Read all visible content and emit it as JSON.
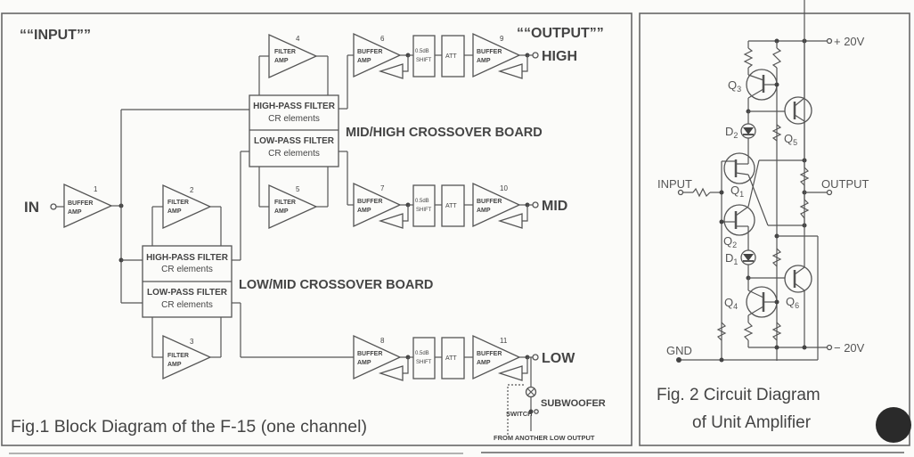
{
  "figure1": {
    "caption": "Fig.1 Block Diagram of the F-15 (one channel)",
    "input_label": "““INPUT””",
    "output_label": "““OUTPUT””",
    "in_terminal": "IN",
    "amps": [
      {
        "num": "1",
        "line1": "BUFFER",
        "line2": "AMP"
      },
      {
        "num": "2",
        "line1": "FILTER",
        "line2": "AMP"
      },
      {
        "num": "3",
        "line1": "FILTER",
        "line2": "AMP"
      },
      {
        "num": "4",
        "line1": "FILTER",
        "line2": "AMP"
      },
      {
        "num": "5",
        "line1": "FILTER",
        "line2": "AMP"
      },
      {
        "num": "6",
        "line1": "BUFFER",
        "line2": "AMP"
      },
      {
        "num": "7",
        "line1": "BUFFER",
        "line2": "AMP"
      },
      {
        "num": "8",
        "line1": "BUFFER",
        "line2": "AMP"
      },
      {
        "num": "9",
        "line1": "BUFFER",
        "line2": "AMP"
      },
      {
        "num": "10",
        "line1": "BUFFER",
        "line2": "AMP"
      },
      {
        "num": "11",
        "line1": "BUFFER",
        "line2": "AMP"
      }
    ],
    "filter_blocks": {
      "high_pass": {
        "line1": "HIGH-PASS FILTER",
        "line2": "CR elements"
      },
      "low_pass": {
        "line1": "LOW-PASS FILTER",
        "line2": "CR elements"
      }
    },
    "boards": {
      "low_mid": "LOW/MID CROSSOVER BOARD",
      "mid_high": "MID/HIGH CROSSOVER BOARD"
    },
    "shift_block": {
      "line1": "0.5dB",
      "line2": "SHIFT"
    },
    "att_block": "ATT",
    "outputs": [
      "HIGH",
      "MID",
      "LOW"
    ],
    "subwoofer": "SUBWOOFER",
    "switch": "SWITCH",
    "from_another": "FROM ANOTHER LOW OUTPUT"
  },
  "figure2": {
    "caption_line1": "Fig. 2 Circuit Diagram",
    "caption_line2": "of Unit Amplifier",
    "plus_supply": "○ + 20V",
    "minus_supply": "○ − 20V",
    "input": "INPUT",
    "output": "OUTPUT",
    "gnd": "GND",
    "transistors": [
      "Q1",
      "Q2",
      "Q3",
      "Q4",
      "Q5",
      "Q6"
    ],
    "diodes": [
      "D1",
      "D2"
    ]
  }
}
